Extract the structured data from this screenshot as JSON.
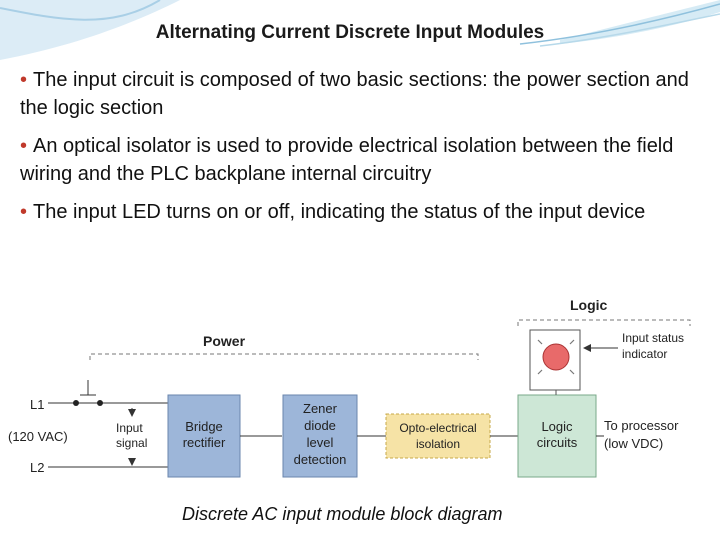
{
  "slide": {
    "title": "Alternating Current Discrete Input Modules",
    "bullets": [
      "The input circuit is composed of two basic sections: the power section and the logic section",
      "An optical isolator is used to provide electrical isolation between the field wiring and the PLC backplane internal circuitry",
      "The input LED turns on or off, indicating the status of the input device"
    ],
    "bullet_symbol": "•",
    "accent_color": "#c0392b"
  },
  "diagram": {
    "logic_label": "Logic",
    "power_label": "Power",
    "l1_label": "L1",
    "l2_label": "L2",
    "vac_label": "(120 VAC)",
    "input_signal": [
      "Input",
      "signal"
    ],
    "bridge": [
      "Bridge",
      "rectifier"
    ],
    "zener": [
      "Zener",
      "diode",
      "level",
      "detection"
    ],
    "opto": [
      "Opto-electrical",
      "isolation"
    ],
    "logic_circuits": [
      "Logic",
      "circuits"
    ],
    "status_indicator": [
      "Input status",
      "indicator"
    ],
    "to_processor": [
      "To processor",
      "(low VDC)"
    ],
    "colors": {
      "block_blue": "#9db6d9",
      "opto_yellow": "#f6e3a6",
      "logic_green": "#cde7d6",
      "led_red": "#e86a6a"
    }
  },
  "caption": "Discrete AC input module block diagram"
}
